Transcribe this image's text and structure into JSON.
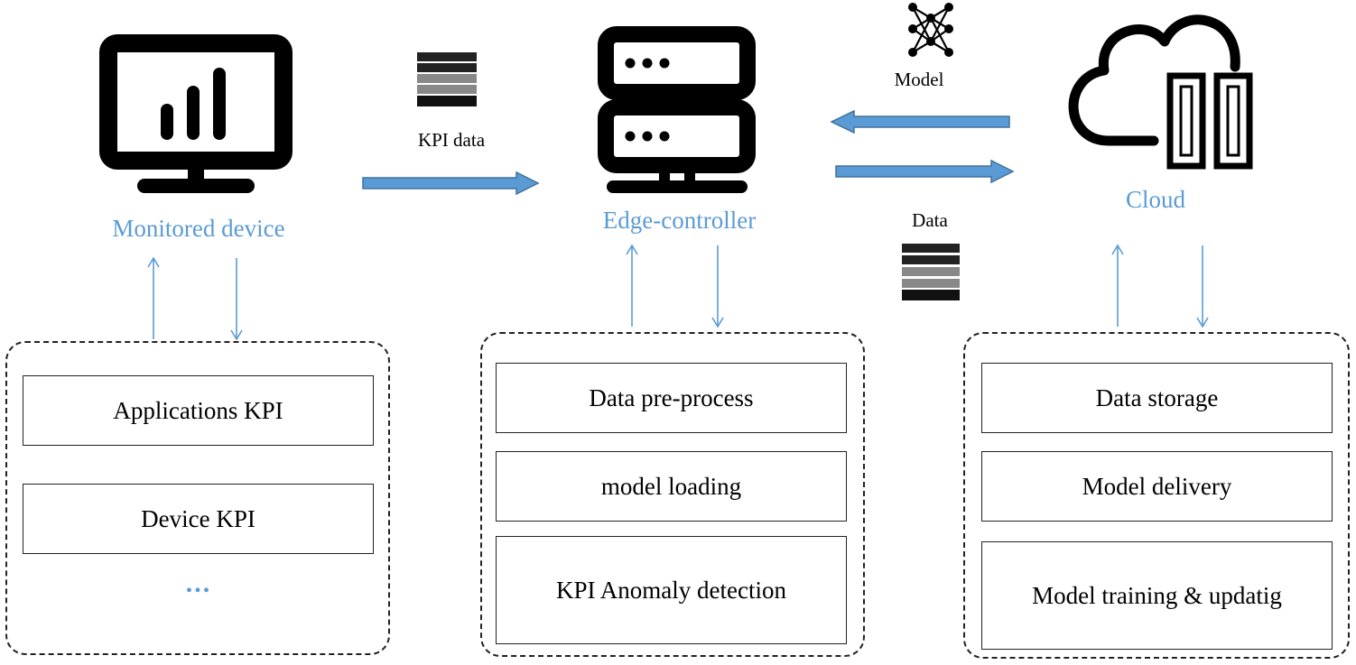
{
  "nodes": {
    "monitored_device": "Monitored device",
    "edge_controller": "Edge-controller",
    "cloud": "Cloud"
  },
  "flow_labels": {
    "kpi_data": "KPI data",
    "model": "Model",
    "data": "Data"
  },
  "device_group": {
    "items": [
      "Applications KPI",
      "Device KPI"
    ],
    "more": "..."
  },
  "edge_group": {
    "items": [
      "Data pre-process",
      "model loading",
      "KPI Anomaly detection"
    ]
  },
  "cloud_group": {
    "items": [
      "Data storage",
      "Model delivery",
      "Model training & updatig"
    ]
  },
  "colors": {
    "accent_blue": "#5b9bd5",
    "arrow_fill": "#5b9bd5",
    "arrow_stroke": "#41719c",
    "line": "#222222"
  },
  "icons": [
    "monitor-chart-icon",
    "server-icon",
    "cloud-storage-icon",
    "neural-network-icon",
    "data-stack-icon"
  ]
}
